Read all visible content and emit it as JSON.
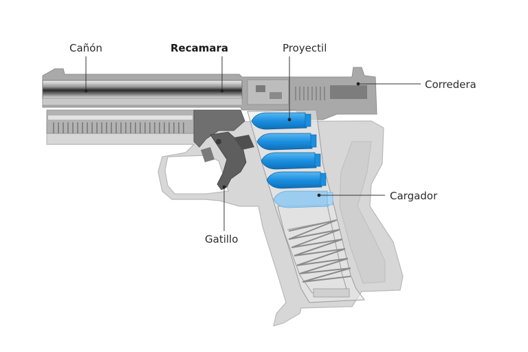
{
  "diagram": {
    "labels": {
      "canon": "Cañón",
      "recamara": "Recamara",
      "proyectil": "Proyectil",
      "corredera": "Corredera",
      "cargador": "Cargador",
      "gatillo": "Gatillo"
    },
    "colors": {
      "frame": "#d7d7d7",
      "frame_edge": "#b8b8b8",
      "slide": "#a9a9a9",
      "dark_part": "#6f6f6f",
      "barrel_dark": "#3a3a3a",
      "bullet": "#1a8fe0",
      "bullet_light": "#8ec9f2",
      "spring": "#8a8a8a"
    },
    "rounds_in_magazine": 5
  }
}
